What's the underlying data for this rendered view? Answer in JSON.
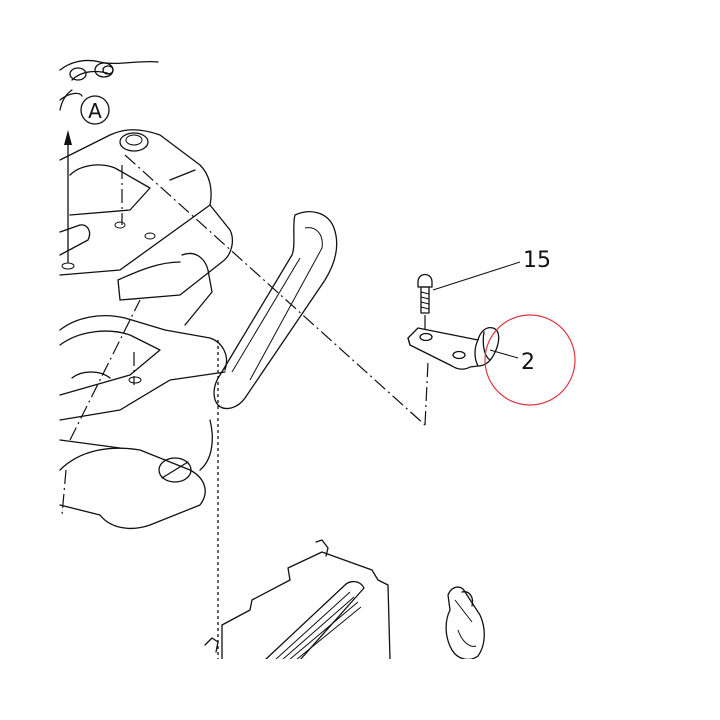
{
  "diagram": {
    "view_marker": "A",
    "callouts": [
      {
        "id": "callout-15",
        "text": "15"
      },
      {
        "id": "callout-2",
        "text": "2"
      }
    ],
    "highlight_color": "#d9383f"
  }
}
